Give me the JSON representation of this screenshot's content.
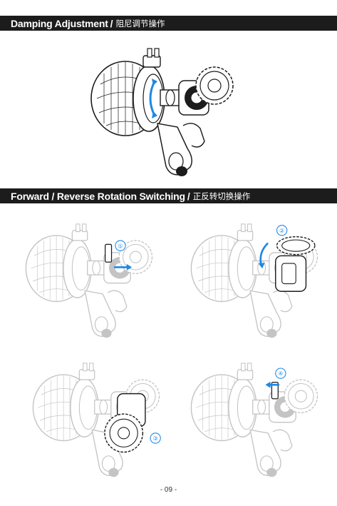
{
  "sections": [
    {
      "title_en": "Damping Adjustment",
      "separator": "/",
      "title_zh": "阻尼调节操作"
    },
    {
      "title_en": "Forward / Reverse Rotation Switching",
      "separator": "/",
      "title_zh": "正反转切换操作"
    }
  ],
  "steps": [
    "①",
    "②",
    "③",
    "④"
  ],
  "footer": {
    "page": "- 09 -"
  },
  "colors": {
    "bar": "#1c1c1c",
    "accent": "#1e88e5",
    "faded": "#c4c4c4"
  }
}
